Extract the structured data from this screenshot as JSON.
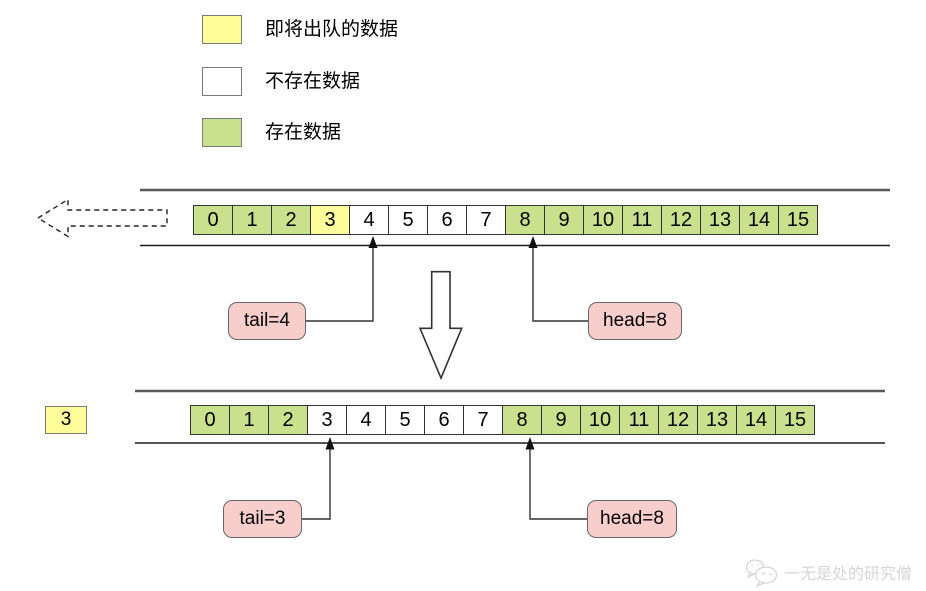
{
  "legend": [
    {
      "key": "dequeuing",
      "label": "即将出队的数据",
      "color": "#FDFD9A"
    },
    {
      "key": "empty",
      "label": "不存在数据",
      "color": "#FFFFFF"
    },
    {
      "key": "filled",
      "label": "存在数据",
      "color": "#C9E18C"
    }
  ],
  "pointer_style": {
    "fill": "#F8CECC",
    "border": "#666666"
  },
  "queues": {
    "before": {
      "cells": [
        {
          "value": "0",
          "state": "filled"
        },
        {
          "value": "1",
          "state": "filled"
        },
        {
          "value": "2",
          "state": "filled"
        },
        {
          "value": "3",
          "state": "dequeuing"
        },
        {
          "value": "4",
          "state": "empty"
        },
        {
          "value": "5",
          "state": "empty"
        },
        {
          "value": "6",
          "state": "empty"
        },
        {
          "value": "7",
          "state": "empty"
        },
        {
          "value": "8",
          "state": "filled"
        },
        {
          "value": "9",
          "state": "filled"
        },
        {
          "value": "10",
          "state": "filled"
        },
        {
          "value": "11",
          "state": "filled"
        },
        {
          "value": "12",
          "state": "filled"
        },
        {
          "value": "13",
          "state": "filled"
        },
        {
          "value": "14",
          "state": "filled"
        },
        {
          "value": "15",
          "state": "filled"
        }
      ],
      "pointers": [
        {
          "label": "tail=4",
          "cell_index": 4
        },
        {
          "label": "head=8",
          "cell_index": 8
        }
      ]
    },
    "after": {
      "dequeued_value": "3",
      "cells": [
        {
          "value": "0",
          "state": "filled"
        },
        {
          "value": "1",
          "state": "filled"
        },
        {
          "value": "2",
          "state": "filled"
        },
        {
          "value": "3",
          "state": "empty"
        },
        {
          "value": "4",
          "state": "empty"
        },
        {
          "value": "5",
          "state": "empty"
        },
        {
          "value": "6",
          "state": "empty"
        },
        {
          "value": "7",
          "state": "empty"
        },
        {
          "value": "8",
          "state": "filled"
        },
        {
          "value": "9",
          "state": "filled"
        },
        {
          "value": "10",
          "state": "filled"
        },
        {
          "value": "11",
          "state": "filled"
        },
        {
          "value": "12",
          "state": "filled"
        },
        {
          "value": "13",
          "state": "filled"
        },
        {
          "value": "14",
          "state": "filled"
        },
        {
          "value": "15",
          "state": "filled"
        }
      ],
      "pointers": [
        {
          "label": "tail=3",
          "cell_index": 3
        },
        {
          "label": "head=8",
          "cell_index": 8
        }
      ]
    }
  },
  "watermark": {
    "text": "一无是处的研究僧"
  }
}
